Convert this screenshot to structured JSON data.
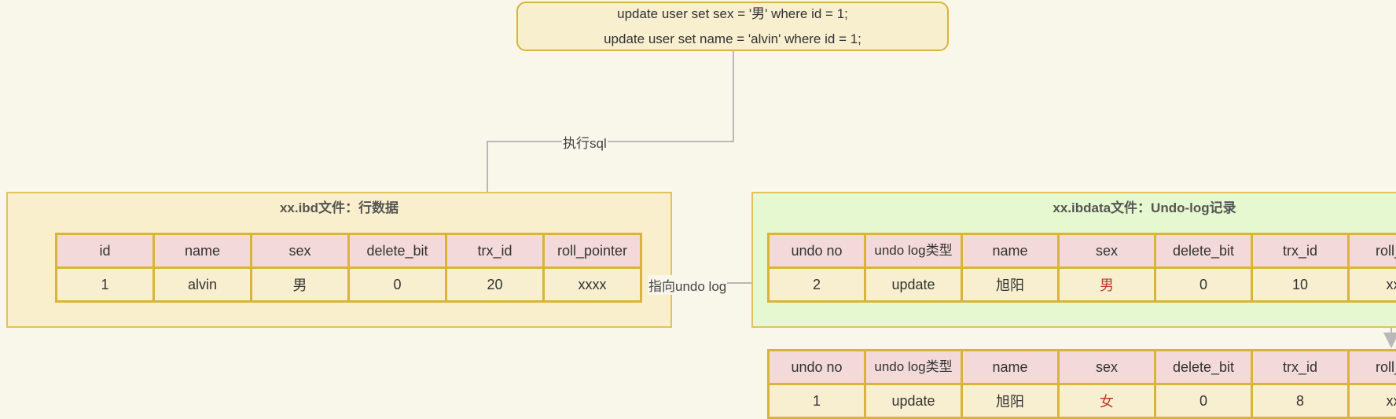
{
  "sql_box": {
    "line1": "update user set sex = '男' where id = 1;",
    "line2": "update user set name = 'alvin' where id = 1;"
  },
  "edges": {
    "exec_label": "执行sql",
    "pointer_label": "指向undo log"
  },
  "ibd_panel": {
    "title": "xx.ibd文件：行数据",
    "headers": [
      "id",
      "name",
      "sex",
      "delete_bit",
      "trx_id",
      "roll_pointer"
    ],
    "row": [
      "1",
      "alvin",
      "男",
      "0",
      "20",
      "xxxx"
    ]
  },
  "undo_panel": {
    "title": "xx.ibdata文件：Undo-log记录",
    "headers": [
      "undo no",
      "undo log类型",
      "name",
      "sex",
      "delete_bit",
      "trx_id",
      "roll_po"
    ],
    "row": [
      "2",
      "update",
      "旭阳",
      "男",
      "0",
      "10",
      "xxx"
    ]
  },
  "undo_record2": {
    "headers": [
      "undo no",
      "undo log类型",
      "name",
      "sex",
      "delete_bit",
      "trx_id",
      "roll_po"
    ],
    "row": [
      "1",
      "update",
      "旭阳",
      "女",
      "0",
      "8",
      "xxx"
    ]
  },
  "colors": {
    "background": "#f9f6ea",
    "border": "#d9b43a",
    "header_fill": "#f3d9d9",
    "value_fill": "#f7efcf",
    "undo_panel_fill": "#e6f8cf",
    "highlight_text": "#c0392b",
    "connector": "#b8b8b8"
  }
}
